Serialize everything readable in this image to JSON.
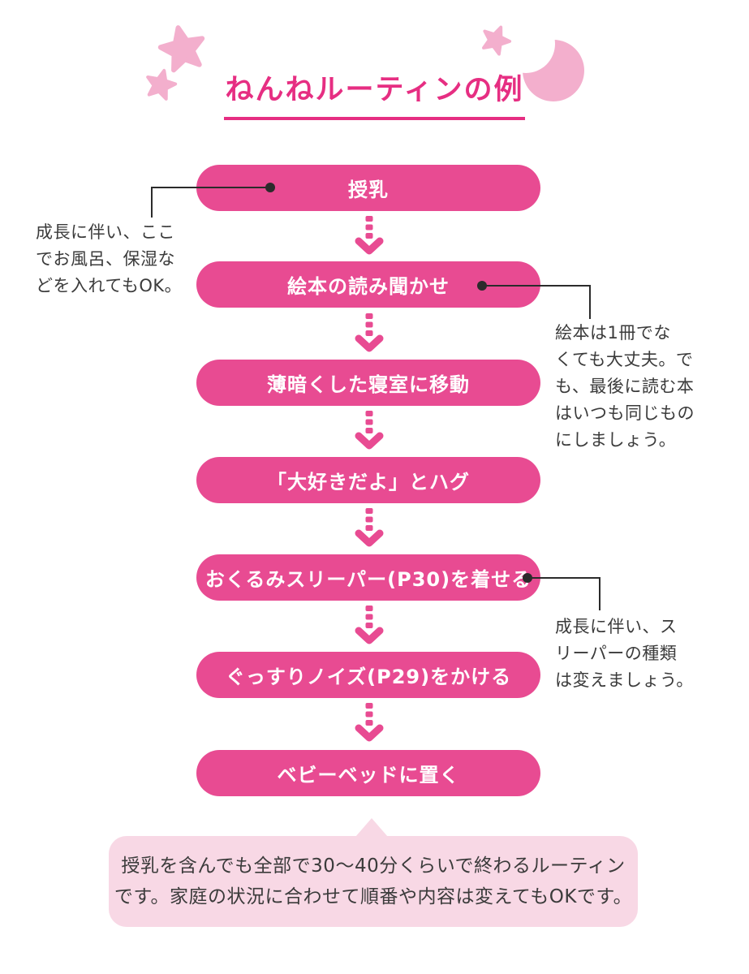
{
  "page": {
    "title": "ねんねルーティンの例"
  },
  "colors": {
    "primary_pink": "#e84b92",
    "title_pink": "#e62e82",
    "decoration_pink": "#f3afcd",
    "bubble_background": "#f8d8e5",
    "text_dark": "#3b3b3b",
    "callout_line": "#2b2b2b",
    "step_text": "#ffffff"
  },
  "icons": [
    {
      "name": "star-icon-large"
    },
    {
      "name": "star-icon-small-left"
    },
    {
      "name": "star-icon-small-right"
    },
    {
      "name": "moon-icon"
    },
    {
      "name": "arrow-down-icon"
    }
  ],
  "flow": {
    "steps": [
      {
        "label": "授乳"
      },
      {
        "label": "絵本の読み聞かせ"
      },
      {
        "label": "薄暗くした寝室に移動"
      },
      {
        "label": "「大好きだよ」とハグ"
      },
      {
        "label": "おくるみスリーパー(P30)を着せる"
      },
      {
        "label": "ぐっすりノイズ(P29)をかける"
      },
      {
        "label": "ベビーベッドに置く"
      }
    ]
  },
  "annotations": {
    "left_note": "成長に伴い、ここ\nでお風呂、保湿な\nどを入れてもOK。",
    "right_note_1": "絵本は1冊でな\nくても大丈夫。で\nも、最後に読む本\nはいつも同じもの\nにしましょう。",
    "right_note_2": "成長に伴い、ス\nリーパーの種類\nは変えましょう。"
  },
  "footer": {
    "note": "授乳を含んでも全部で30〜40分くらいで終わるルーティン\nです。家庭の状況に合わせて順番や内容は変えてもOKです。"
  }
}
